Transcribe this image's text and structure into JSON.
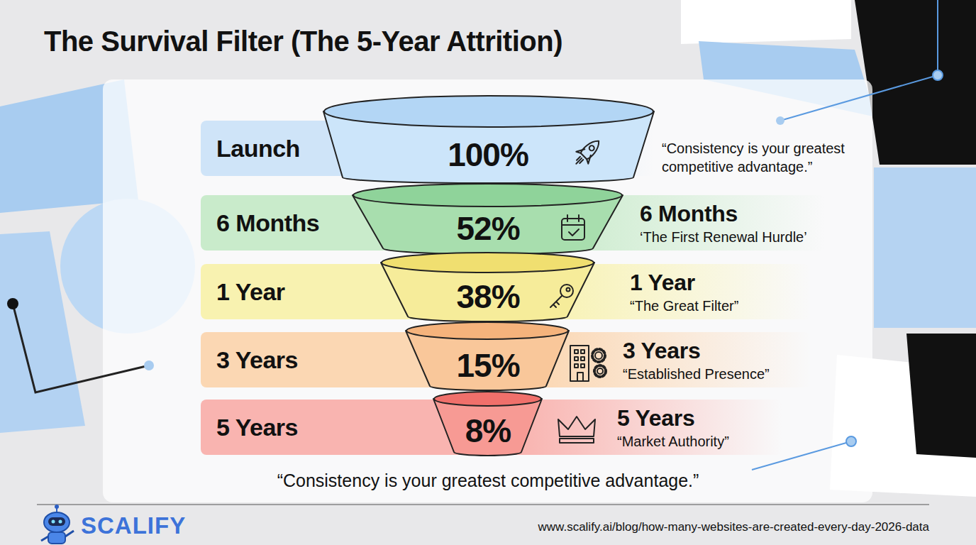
{
  "diagram": {
    "title": "The Survival Filter (The 5-Year Attrition)",
    "caption": "“Consistency is your greatest competitive advantage.”",
    "nodes": [
      {
        "text": [
          "Launch"
        ]
      },
      {
        "text": [
          "100%"
        ]
      },
      {
        "text": [
          "6 Months",
          "6 Months",
          "‘The First Renewal Hurdle’"
        ]
      },
      {
        "text": [
          "52%"
        ]
      },
      {
        "text": [
          "1 Year",
          "1 Year",
          "“The Great Filter”"
        ]
      },
      {
        "text": [
          "38%"
        ]
      },
      {
        "text": [
          "3 Years",
          "3 Years",
          "“Established Presence”"
        ]
      },
      {
        "text": [
          "15%"
        ]
      },
      {
        "text": [
          "5 Years",
          "5 Years",
          "“Market Authority”"
        ]
      },
      {
        "text": [
          "8%"
        ]
      }
    ],
    "labels": [
      "“Consistency is your greatest competitive advantage.”",
      "SCALIFY",
      "www.scalify.ai/blog/how-many-websites-are-created-every-day-2026-data"
    ]
  }
}
